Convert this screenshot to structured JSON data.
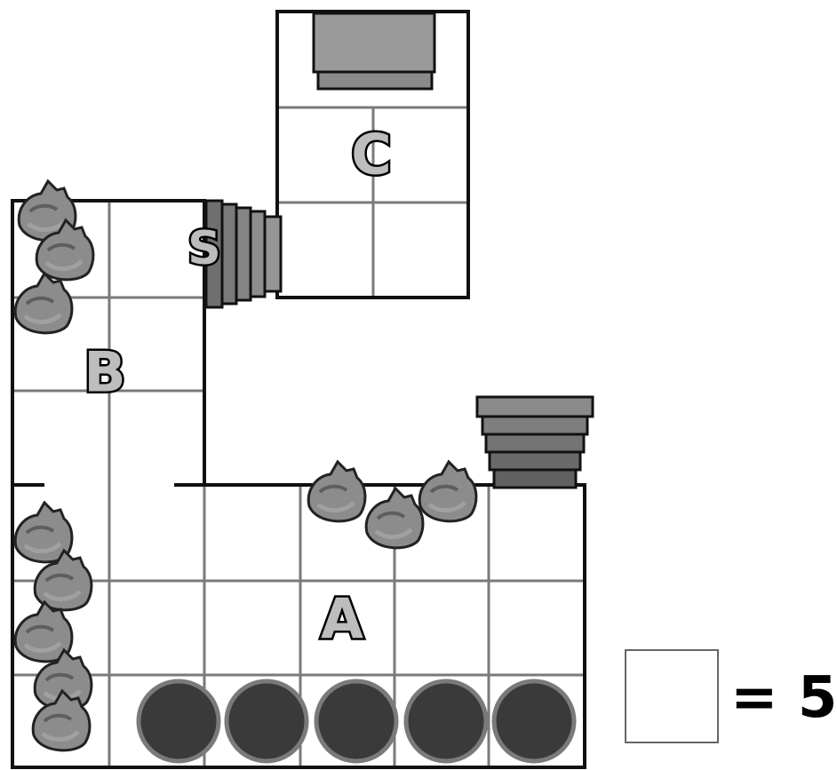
{
  "rooms": [
    {
      "id": "A",
      "label": "A"
    },
    {
      "id": "B",
      "label": "B"
    },
    {
      "id": "C",
      "label": "C"
    }
  ],
  "stairs_label": "S",
  "legend": {
    "equals_text": "= 5’"
  },
  "colors": {
    "wall": "#111111",
    "grid": "#7a7a7a",
    "label_fill": "#bdbdbd",
    "rock": "#8c8c8c",
    "barrel": "#3a3a3a",
    "stair": "#7d7d7d"
  },
  "features": {
    "barrels": 5,
    "stairs": 2,
    "table": 1
  }
}
